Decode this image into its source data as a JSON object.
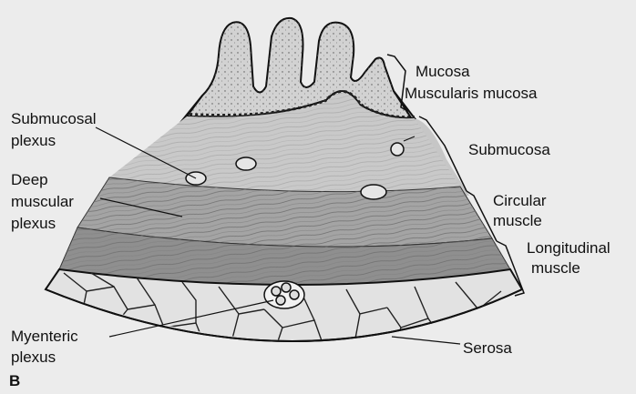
{
  "diagram": {
    "panel_letter": "B",
    "layers": {
      "mucosa": "Mucosa",
      "muscularis_mucosa": "Muscularis mucosa",
      "submucosa": "Submucosa",
      "circular_muscle": [
        "Circular",
        "muscle"
      ],
      "longitudinal_muscle": [
        "Longitudinal",
        "muscle"
      ],
      "serosa": "Serosa"
    },
    "plexuses": {
      "submucosal": [
        "Submucosal",
        "plexus"
      ],
      "deep_muscular": [
        "Deep",
        "muscular",
        "plexus"
      ],
      "myenteric": [
        "Myenteric",
        "plexus"
      ]
    },
    "colors": {
      "background": "#ececec",
      "mucosa_fill": "#d2d2d2",
      "submucosa_fill": "#c6c6c6",
      "muscle_fill": "#9a9a9a",
      "serosa_fill": "#e2e2e2",
      "ink": "#111111"
    }
  }
}
